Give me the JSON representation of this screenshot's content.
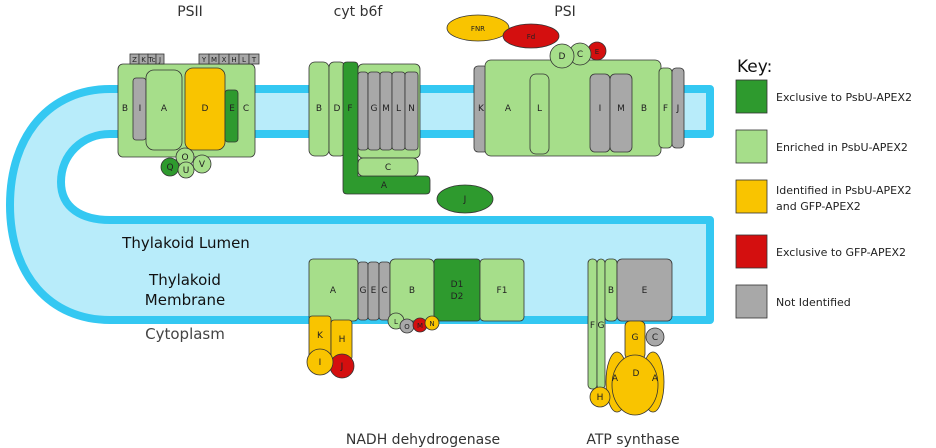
{
  "colors": {
    "exclusive_psbu": "#2e9a2e",
    "enriched_psbu": "#a6de8a",
    "identified_both": "#f9c400",
    "exclusive_gfp": "#d40f0f",
    "not_identified": "#a8a8a8",
    "membrane": "#b8ecfa",
    "membrane_edge": "#34c8f2"
  },
  "complexes": {
    "psii": "PSII",
    "cytb6f": "cyt b6f",
    "psi": "PSI",
    "ndh": "NADH dehydrogenase",
    "atp": "ATP synthase"
  },
  "regions": {
    "lumen": "Thylakoid Lumen",
    "membrane_l1": "Thylakoid",
    "membrane_l2": "Membrane",
    "cytoplasm": "Cytoplasm"
  },
  "key": {
    "title": "Key:",
    "exclusive_psbu": "Exclusive to PsbU-APEX2",
    "enriched_psbu": "Enriched in PsbU-APEX2",
    "identified_both_l1": "Identified in PsbU-APEX2",
    "identified_both_l2": "and GFP-APEX2",
    "exclusive_gfp": "Exclusive to GFP-APEX2",
    "not_identified": "Not Identified"
  },
  "subunits": {
    "psii": {
      "B": "B",
      "I": "I",
      "A": "A",
      "D": "D",
      "E": "E",
      "C": "C",
      "O": "O",
      "Q": "Q",
      "U": "U",
      "V": "V",
      "Z": "Z",
      "K": "K",
      "Tc": "Tc",
      "J": "J",
      "Y": "Y",
      "M": "M",
      "X": "X",
      "H": "H",
      "L": "L",
      "T": "T"
    },
    "cyt": {
      "B": "B",
      "D": "D",
      "F": "F",
      "G": "G",
      "M": "M",
      "L": "L",
      "N": "N",
      "C": "C",
      "A": "A",
      "J": "J"
    },
    "psi": {
      "FNR": "FNR",
      "Fd": "Fd",
      "D": "D",
      "C": "C",
      "E": "E",
      "K": "K",
      "A": "A",
      "L": "L",
      "I": "I",
      "M": "M",
      "B": "B",
      "F": "F",
      "J": "J"
    },
    "ndh": {
      "A": "A",
      "G": "G",
      "E": "E",
      "C": "C",
      "B": "B",
      "D1": "D1",
      "D2": "D2",
      "F1": "F1",
      "K": "K",
      "H": "H",
      "I": "I",
      "J": "J",
      "L": "L",
      "O": "O",
      "M": "M",
      "N": "N"
    },
    "atp": {
      "F": "F",
      "G": "G",
      "B": "B",
      "E": "E",
      "Gam": "G",
      "C": "C",
      "A1": "A",
      "D": "D",
      "A2": "A",
      "H": "H"
    }
  }
}
